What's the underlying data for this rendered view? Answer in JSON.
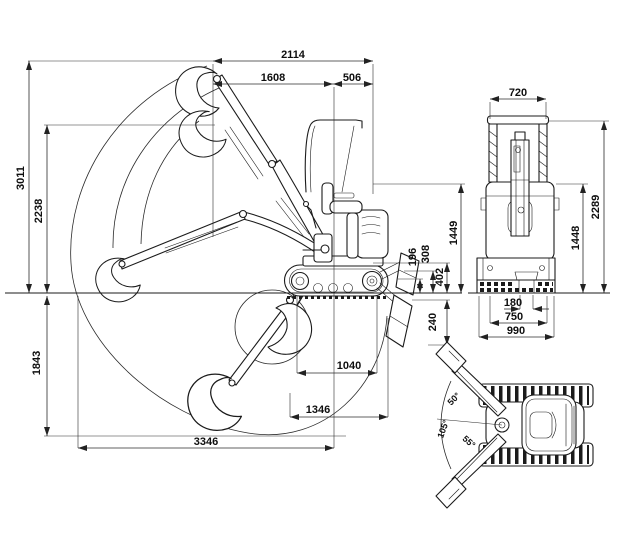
{
  "views": {
    "side": {
      "dimensions": {
        "d2114": "2114",
        "d1608": "1608",
        "d506": "506",
        "d3011": "3011",
        "d2238": "2238",
        "d1843": "1843",
        "d3346": "3346",
        "d1346": "1346",
        "d1040": "1040",
        "d196": "196",
        "d308": "308",
        "d402": "402",
        "d240": "240",
        "d1449": "1449"
      }
    },
    "front": {
      "dimensions": {
        "d720": "720",
        "d2289": "2289",
        "d1448": "1448",
        "d180": "180",
        "d750": "750",
        "d990": "990"
      }
    },
    "top": {
      "angles": {
        "a105": "105°",
        "a50": "50°",
        "a55": "55°"
      }
    }
  },
  "colors": {
    "line": "#1b1b1b",
    "dimension": "#2b2b2b",
    "background": "#ffffff"
  }
}
